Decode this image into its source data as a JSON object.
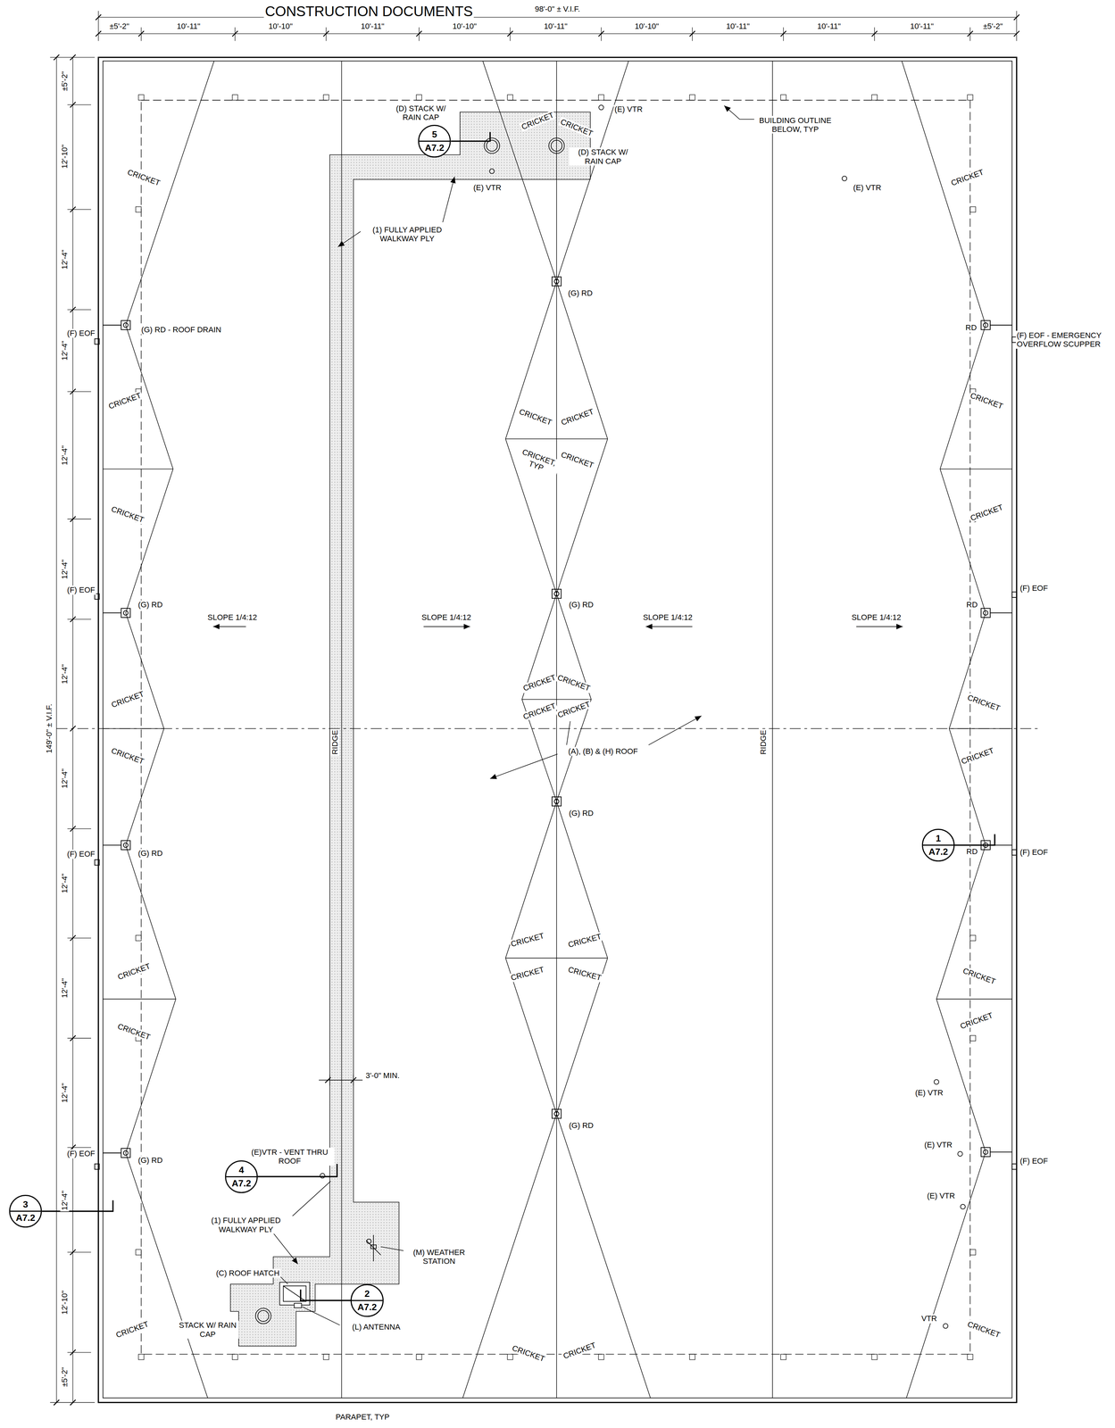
{
  "diagram": {
    "title": "CONSTRUCTION DOCUMENTS",
    "nodes": [
      {
        "text": [
          "5",
          "A7.2"
        ]
      },
      {
        "text": [
          "1",
          "A7.2"
        ]
      },
      {
        "text": [
          "4",
          "A7.2"
        ]
      },
      {
        "text": [
          "3",
          "A7.2"
        ]
      },
      {
        "text": [
          "2",
          "A7.2"
        ]
      }
    ],
    "labels": [
      "±5'-2\"",
      "10'-11\"",
      "10'-10\"",
      "10'-11\"",
      "10'-10\"",
      "10'-11\"",
      "10'-10\"",
      "10'-11\"",
      "10'-11\"",
      "10'-11\"",
      "±5'-2\"",
      "98'-0\" ± V.I.F.",
      "±5'-2\"",
      "12'-10\"",
      "12'-4\"",
      "12'-4\"",
      "12'-4\"",
      "12'-4\"",
      "12'-4\"",
      "12'-4\"",
      "12'-4\"",
      "12'-4\"",
      "12'-4\"",
      "12'-4\"",
      "12'-10\"",
      "±5'-2\"",
      "149'-0\" ± V.I.F.",
      "(D) STACK W/ RAIN CAP",
      "(E) VTR",
      "BUILDING OUTLINE BELOW, TYP",
      "CRICKET",
      "CRICKET",
      "(D) STACK W/ RAIN CAP",
      "(E) VTR",
      "(E) VTR",
      "CRICKET",
      "CRICKET",
      "(1) FULLY APPLIED WALKWAY PLY",
      "(G) RD",
      "(F) EOF",
      "(G) RD - ROOF DRAIN",
      "RD",
      "(F) EOF - EMERGENCY OVERFLOW SCUPPER",
      "CRICKET",
      "CRICKET",
      "CRICKET",
      "CRICKET",
      "CRICKET, TYP",
      "CRICKET",
      "CRICKET",
      "CRICKET",
      "(F) EOF",
      "(G) RD",
      "SLOPE 1/4:12",
      "SLOPE 1/4:12",
      "(G) RD",
      "SLOPE 1/4:12",
      "SLOPE 1/4:12",
      "RD",
      "(F) EOF",
      "CRICKET",
      "CRICKET",
      "CRICKET",
      "CRICKET",
      "CRICKET",
      "CRICKET",
      "RIDGE",
      "RIDGE",
      "CRICKET",
      "CRICKET",
      "(A), (B) & (H) ROOF",
      "(G) RD",
      "(F) EOF",
      "(G) RD",
      "RD",
      "(F) EOF",
      "CRICKET",
      "CRICKET",
      "CRICKET",
      "CRICKET",
      "CRICKET",
      "CRICKET",
      "CRICKET",
      "CRICKET",
      "3'-0\" MIN.",
      "(E) VTR",
      "(G) RD",
      "(E) VTR",
      "(F) EOF",
      "(G) RD",
      "(F) EOF",
      "(E)VTR - VENT THRU ROOF",
      "(E) VTR",
      "(1) FULLY APPLIED WALKWAY PLY",
      "(M) WEATHER STATION",
      "(C) ROOF HATCH",
      "(L) ANTENNA",
      "STACK W/ RAIN CAP",
      "VTR",
      "CRICKET",
      "CRICKET",
      "CRICKET",
      "CRICKET",
      "PARAPET, TYP"
    ]
  }
}
